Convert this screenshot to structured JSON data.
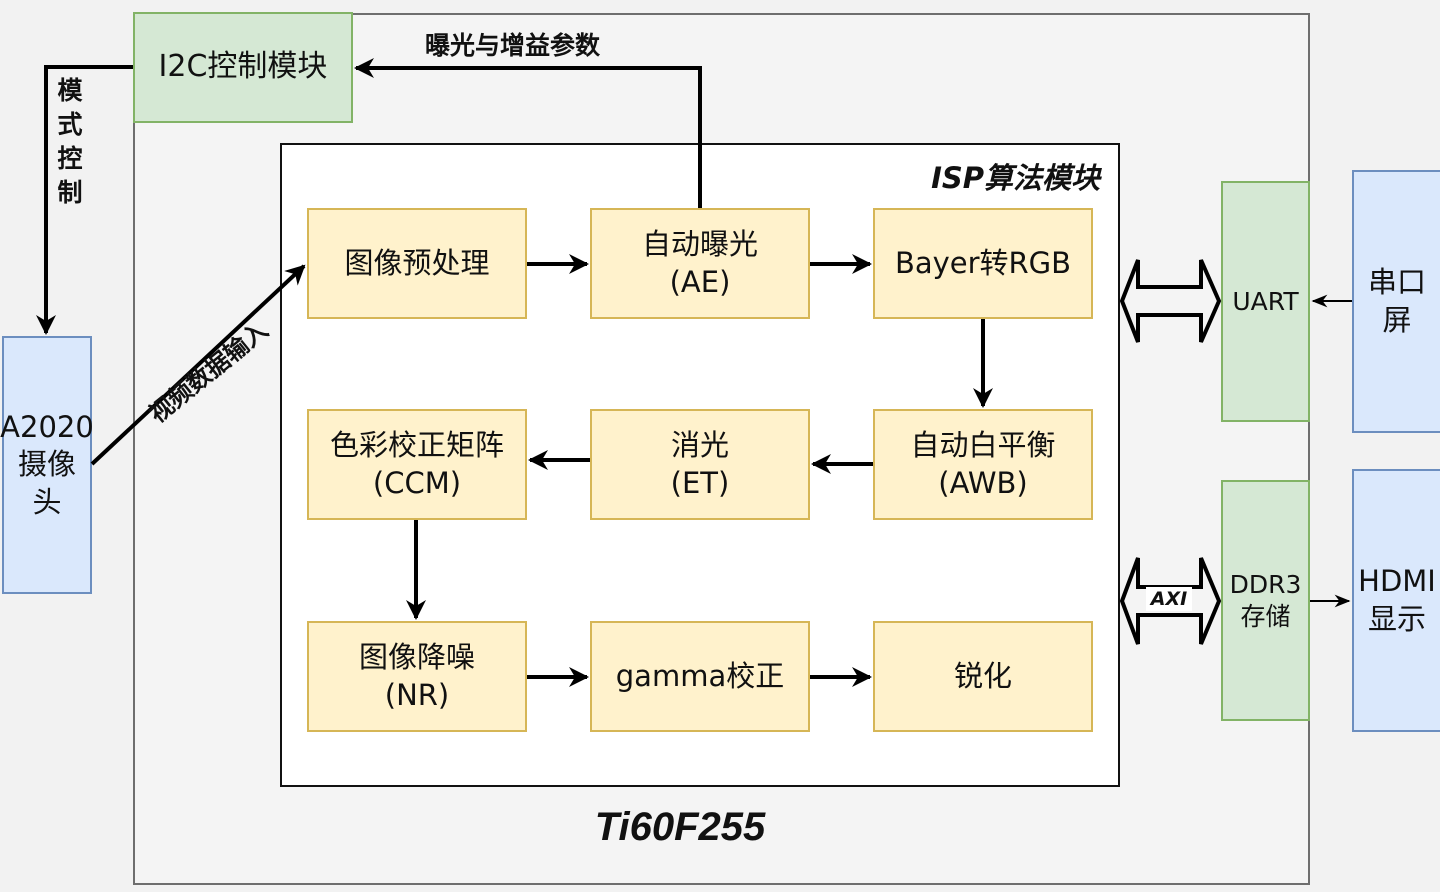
{
  "chip": {
    "title": "Ti60F255"
  },
  "isp": {
    "title": "ISP算法模块",
    "blocks": [
      {
        "id": "preprocess",
        "lines": [
          "图像预处理"
        ]
      },
      {
        "id": "ae",
        "lines": [
          "自动曝光",
          "(AE)"
        ]
      },
      {
        "id": "bayer",
        "lines": [
          "Bayer转RGB"
        ]
      },
      {
        "id": "awb",
        "lines": [
          "自动白平衡",
          "(AWB)"
        ]
      },
      {
        "id": "et",
        "lines": [
          "消光",
          "(ET)"
        ]
      },
      {
        "id": "ccm",
        "lines": [
          "色彩校正矩阵",
          "(CCM)"
        ]
      },
      {
        "id": "nr",
        "lines": [
          "图像降噪",
          "(NR)"
        ]
      },
      {
        "id": "gamma",
        "lines": [
          "gamma校正"
        ]
      },
      {
        "id": "sharpen",
        "lines": [
          "锐化"
        ]
      }
    ]
  },
  "modules": {
    "i2c": "I2C控制模块",
    "uart": "UART",
    "ddr": [
      "DDR3",
      "存储"
    ],
    "screen": [
      "串口",
      "屏"
    ],
    "hdmi": [
      "HDMI",
      "显示"
    ],
    "camera": [
      "A2020",
      "摄像",
      "头"
    ]
  },
  "edge_labels": {
    "exposure_gain": "曝光与增益参数",
    "mode_control": [
      "模",
      "式",
      "控",
      "制"
    ],
    "video_input": "视频数据输入",
    "axi": "AXI"
  },
  "colors": {
    "process_fill": "#fff2cc",
    "process_border": "#d6b656",
    "interface_fill": "#d5e8d4",
    "interface_border": "#82b366",
    "external_fill": "#dae8fc",
    "external_border": "#6c8ebf"
  }
}
